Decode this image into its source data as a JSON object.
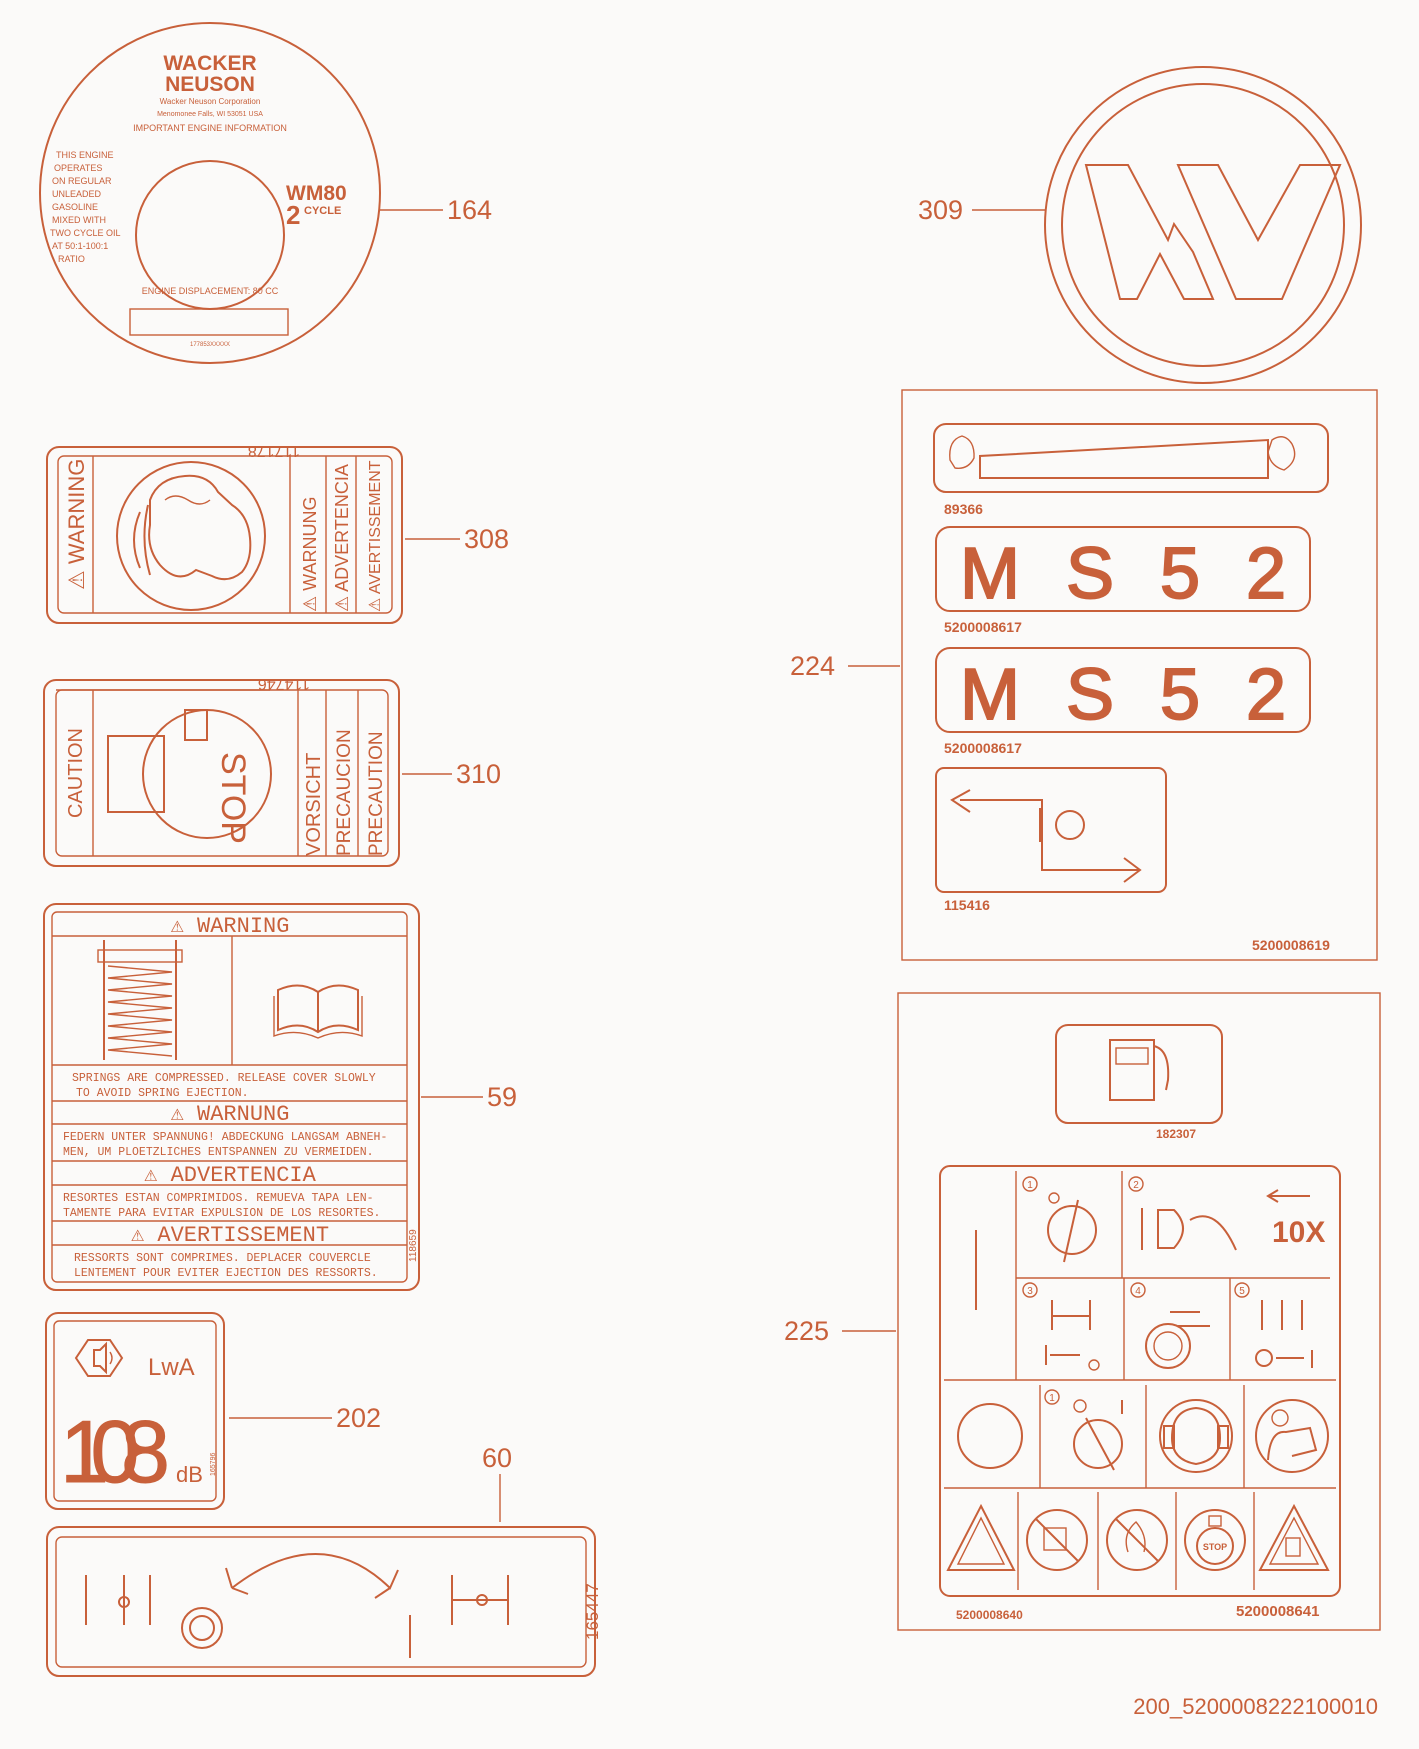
{
  "accent_color": "#c8603a",
  "callouts": {
    "c164": "164",
    "c309": "309",
    "c308": "308",
    "c310": "310",
    "c59": "59",
    "c224": "224",
    "c225": "225",
    "c202": "202",
    "c60": "60"
  },
  "decal_164": {
    "brand_line1": "WACKER",
    "brand_line2": "NEUSON",
    "company": "Wacker Neuson Corporation",
    "address": "Menomonee Falls, WI 53051 USA",
    "heading": "IMPORTANT ENGINE INFORMATION",
    "body_lines": [
      "THIS ENGINE",
      "OPERATES",
      "ON REGULAR",
      "UNLEADED",
      "GASOLINE",
      "MIXED WITH",
      "TWO CYCLE OIL",
      "AT 50:1-100:1",
      "RATIO"
    ],
    "model": "WM80",
    "cycle_num": "2",
    "cycle_word": "CYCLE",
    "displacement": "ENGINE DISPLACEMENT: 80 CC",
    "part_no": "177853XXXXX"
  },
  "decal_308": {
    "part_no": "117178",
    "left_text": "⚠ WARNING",
    "right_texts": [
      "⚠ WARNUNG",
      "⚠ ADVERTENCIA",
      "⚠ AVERTISSEMENT"
    ]
  },
  "decal_310": {
    "part_no": "114746",
    "left_text": "CAUTION",
    "right_texts": [
      "VORSICHT",
      "PRECAUCION",
      "PRECAUTION"
    ],
    "stop_text": "STOP"
  },
  "decal_59": {
    "part_no": "118659",
    "h_en": "⚠ WARNING",
    "en_1": "SPRINGS ARE COMPRESSED. RELEASE COVER SLOWLY",
    "en_2": "TO AVOID SPRING EJECTION.",
    "h_de": "⚠ WARNUNG",
    "de_1": "FEDERN UNTER SPANNUNG! ABDECKUNG LANGSAM ABNEH-",
    "de_2": "MEN, UM PLOETZLICHES ENTSPANNEN ZU VERMEIDEN.",
    "h_es": "⚠ ADVERTENCIA",
    "es_1": "RESORTES ESTAN COMPRIMIDOS. REMUEVA TAPA LEN-",
    "es_2": "TAMENTE PARA EVITAR EXPULSION DE LOS RESORTES.",
    "h_fr": "⚠ AVERTISSEMENT",
    "fr_1": "RESSORTS SONT COMPRIMES. DEPLACER COUVERCLE",
    "fr_2": "LENTEMENT POUR EVITER EJECTION DES RESSORTS."
  },
  "decal_202": {
    "big": "108",
    "unit": "dB",
    "label": "LwA",
    "part_no": "165796"
  },
  "decal_60": {
    "part_no": "165447"
  },
  "decal_224": {
    "labels": [
      "89366",
      "5200008617",
      "5200008617",
      "115416"
    ],
    "model_text": "MS52",
    "sheet_no": "5200008619"
  },
  "decal_225": {
    "fuel_no": "182307",
    "times": "10X",
    "steps": [
      "1",
      "2",
      "3",
      "4",
      "5",
      "1"
    ],
    "stop_text": "STOP",
    "inner_no": "5200008640",
    "sheet_no": "5200008641"
  },
  "figure_id": "200_5200008222100010"
}
